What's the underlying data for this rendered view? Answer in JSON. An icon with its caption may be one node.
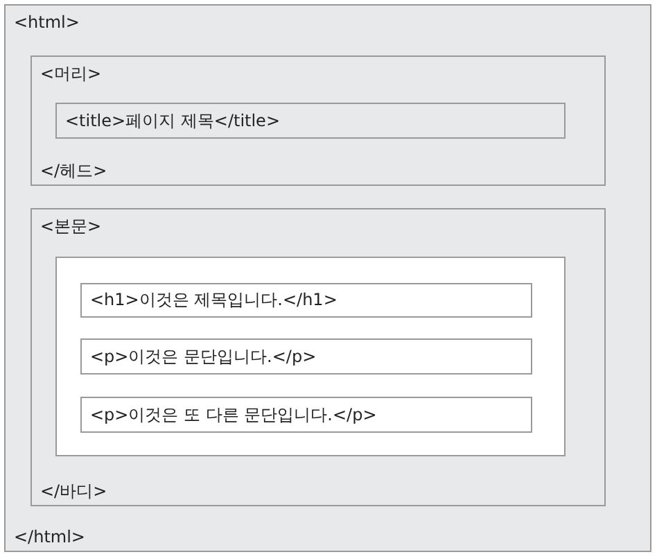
{
  "diagram": {
    "nodes": [
      {
        "text": [
          "<html>",
          "</html>"
        ]
      },
      {
        "text": [
          "<머리>",
          "</헤드>"
        ],
        "in": 0
      },
      {
        "text": [
          "<title>페이지 제목</title>"
        ],
        "in": 1
      },
      {
        "text": [
          "<본문>",
          "</바디>"
        ],
        "in": 0
      },
      {
        "text": [],
        "shape": "box",
        "in": 3
      },
      {
        "text": [
          "<h1>이것은 제목입니다.</h1>"
        ],
        "in": 4
      },
      {
        "text": [
          "<p>이것은 문단입니다.</p>"
        ],
        "in": 4
      },
      {
        "text": [
          "<p>이것은 또 다른 문단입니다.</p>"
        ],
        "in": 4
      }
    ]
  }
}
